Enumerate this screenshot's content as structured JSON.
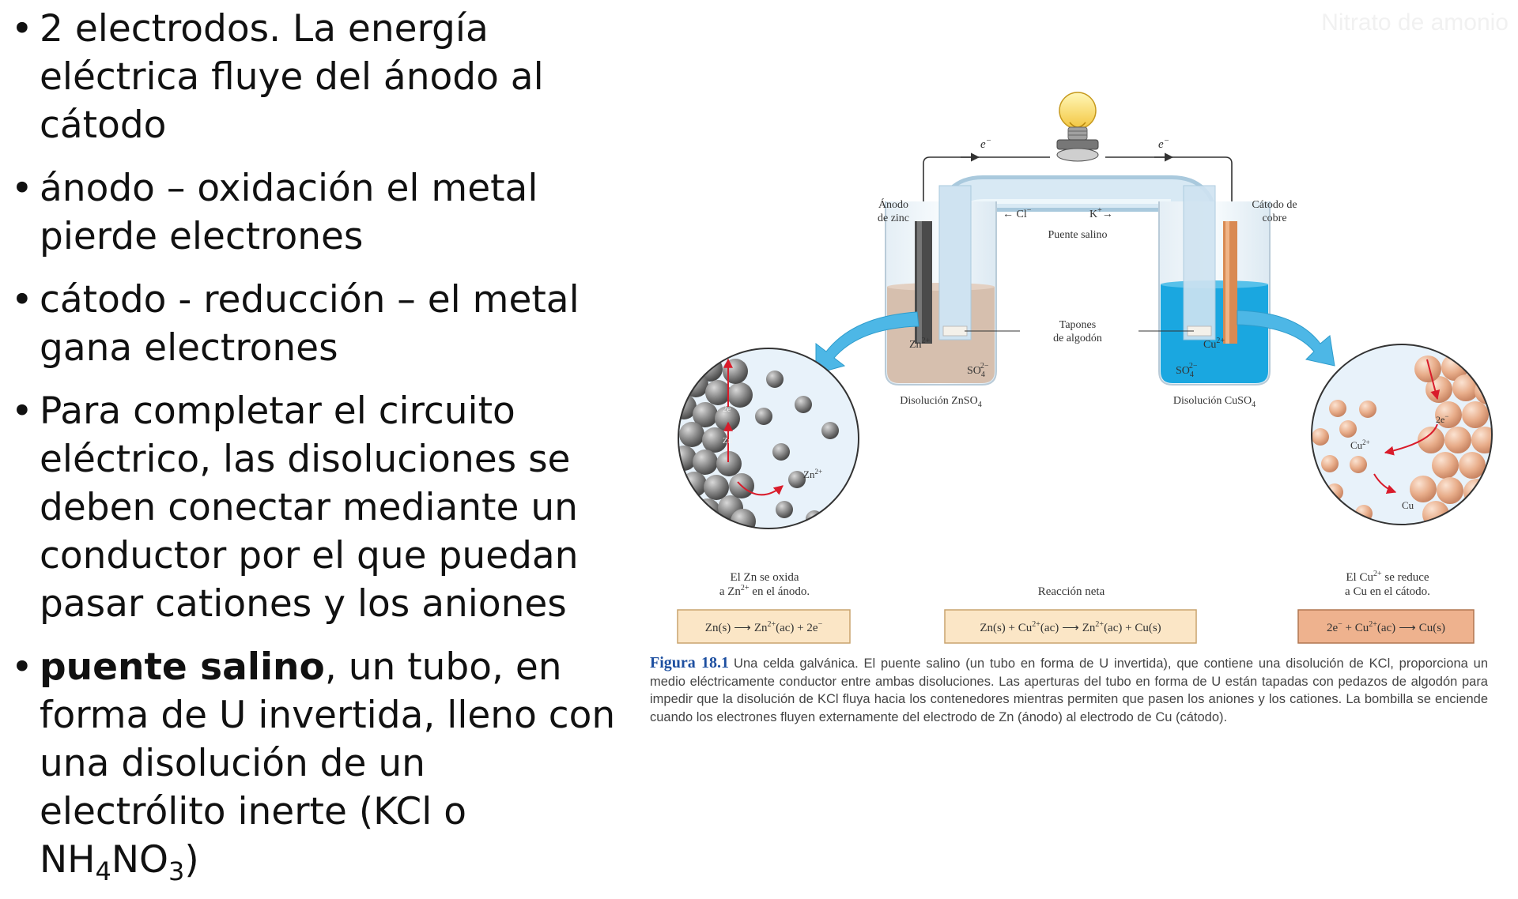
{
  "watermark": "Nitrato de amonio",
  "bullets": [
    {
      "text": "2 electrodos. La energía eléctrica fluye del ánodo al cátodo"
    },
    {
      "text": "ánodo – oxidación el metal pierde electrones"
    },
    {
      "text": "cátodo - reducción – el metal gana electrones"
    },
    {
      "text": "Para completar el circuito eléctrico, las disoluciones se deben conectar mediante un conductor por el que puedan pasar cationes y los aniones"
    },
    {
      "bold": "puente salino",
      "text": ", un tubo, en forma de U invertida, lleno con una disolución de un electrólito inerte (KCl o NH",
      "sub1": "4",
      "mid": "NO",
      "sub2": "3",
      "end": ")"
    }
  ],
  "figure": {
    "electron": "e",
    "electron_sup": "−",
    "anode_label": [
      "Ánodo",
      "de zinc"
    ],
    "cathode_label": [
      "Cátodo de",
      "cobre"
    ],
    "ion_cl": "← Cl",
    "ion_cl_sup": "−",
    "ion_k": "K",
    "ion_k_sup": "+",
    "ion_k_arrow": "→",
    "bridge_label": "Puente salino",
    "plugs_label": [
      "Tapones",
      "de algodón"
    ],
    "zn_ion": "Zn",
    "zn_ion_sup": "2+",
    "cu_ion": "Cu",
    "cu_ion_sup": "2+",
    "so4": "SO",
    "so4_sub": "4",
    "so4_sup": "2−",
    "left_solution": "Disolución ZnSO",
    "right_solution": "Disolución CuSO",
    "sol_sub": "4",
    "zoom_left": {
      "zn": "Zn",
      "two_e": "2e",
      "two_e_sup": "−",
      "zn2": "Zn",
      "zn2_sup": "2+"
    },
    "zoom_right": {
      "two_e": "2e",
      "two_e_sup": "−",
      "cu2": "Cu",
      "cu2_sup": "2+",
      "cu": "Cu"
    },
    "left_note": [
      "El Zn se oxida",
      "a Zn",
      "2+",
      " en el ánodo."
    ],
    "middle_note": "Reacción neta",
    "right_note": [
      "El Cu",
      "2+",
      " se reduce",
      "a Cu en el cátodo."
    ],
    "eq_left": {
      "a": "Zn(s)",
      "arrow": "⟶",
      "b": "Zn",
      "b_sup": "2+",
      "c": "(ac) + 2e",
      "c_sup": "−"
    },
    "eq_mid": {
      "a": "Zn(s) + Cu",
      "a_sup": "2+",
      "b": "(ac)",
      "arrow": "⟶",
      "c": "Zn",
      "c_sup": "2+",
      "d": "(ac) + Cu(s)"
    },
    "eq_right": {
      "a": "2e",
      "a_sup": "−",
      "b": " + Cu",
      "b_sup": "2+",
      "c": "(ac)",
      "arrow": "⟶",
      "d": "Cu(s)"
    }
  },
  "caption": {
    "label": "Figura 18.1",
    "text": "Una celda galvánica. El puente salino (un tubo en forma de U invertida), que contiene una disolución de KCl, proporciona un medio eléctricamente conductor entre ambas disoluciones. Las aperturas del tubo en forma de U están tapadas con pedazos de algodón para impedir que la disolución de KCl fluya hacia los contenedores mientras permiten que pasen los aniones y los cationes. La bombilla se enciende cuando los electrones fluyen externamente del electrodo de Zn (ánodo) al electrodo de Cu (cátodo)."
  },
  "colors": {
    "bridge": "#cfe3f1",
    "cu_solution": "#1aa7e0",
    "zn_solution": "#d6bfae",
    "copper_spheres": "#e8b08f",
    "zinc_spheres": "#7d7d7d",
    "eq_box_left": "#fbe6c6",
    "eq_box_right": "#eeb28e",
    "caption_label": "#1d4fa0"
  }
}
